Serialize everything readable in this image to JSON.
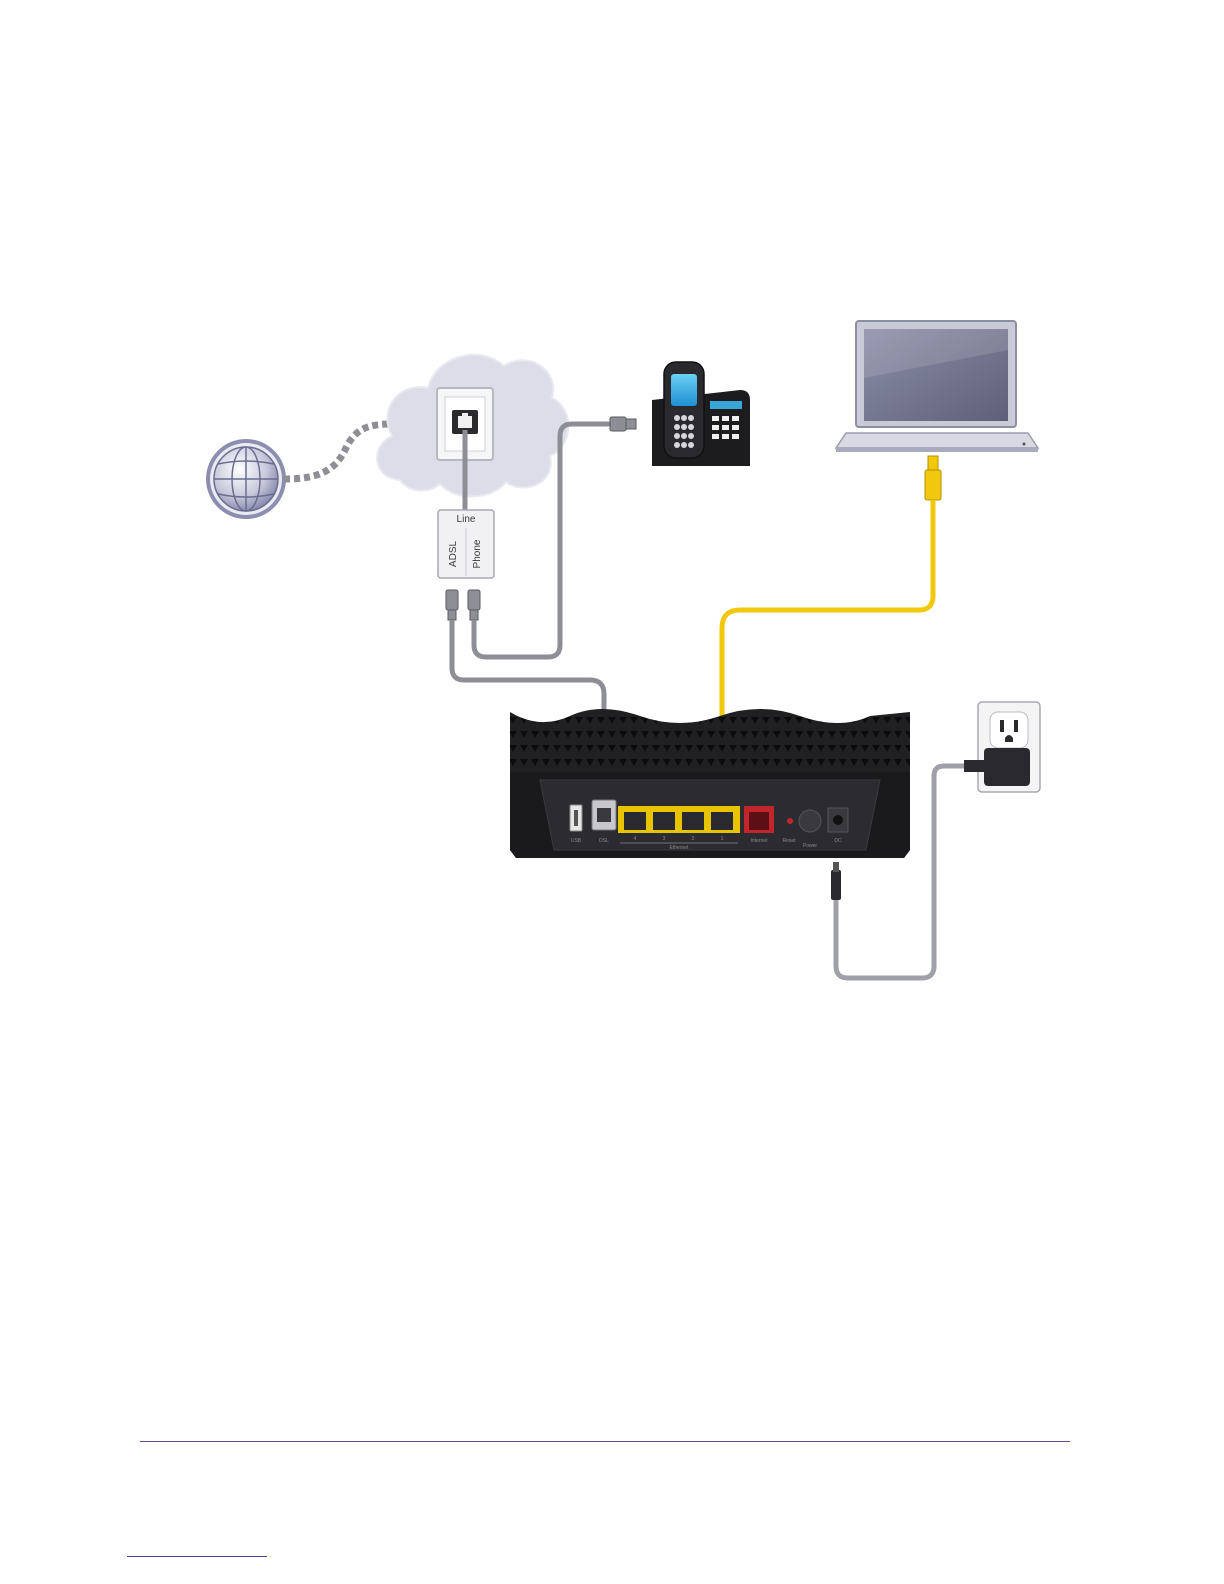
{
  "splitter": {
    "line_label": "Line",
    "adsl_label": "ADSL",
    "phone_label": "Phone"
  },
  "router_ports": {
    "usb": "USB",
    "dsl": "DSL",
    "ethernet": "Ethernet",
    "port_numbers": [
      "4",
      "3",
      "2",
      "1"
    ],
    "internet": "Internet",
    "reset": "Reset",
    "power": "Power",
    "dc": "DC"
  },
  "colors": {
    "gray_cable": "#8e8e96",
    "yellow_cable": "#f2c80f",
    "router_body": "#1c1c1e",
    "ethernet_port": "#e8c400",
    "internet_port": "#c0262c",
    "cloud": "#dcdde8",
    "footer_rule": "#6a4a8e"
  },
  "icons": [
    "globe-icon",
    "wall-jack-icon",
    "cordless-phone-icon",
    "laptop-icon",
    "power-outlet-icon",
    "router-icon"
  ]
}
